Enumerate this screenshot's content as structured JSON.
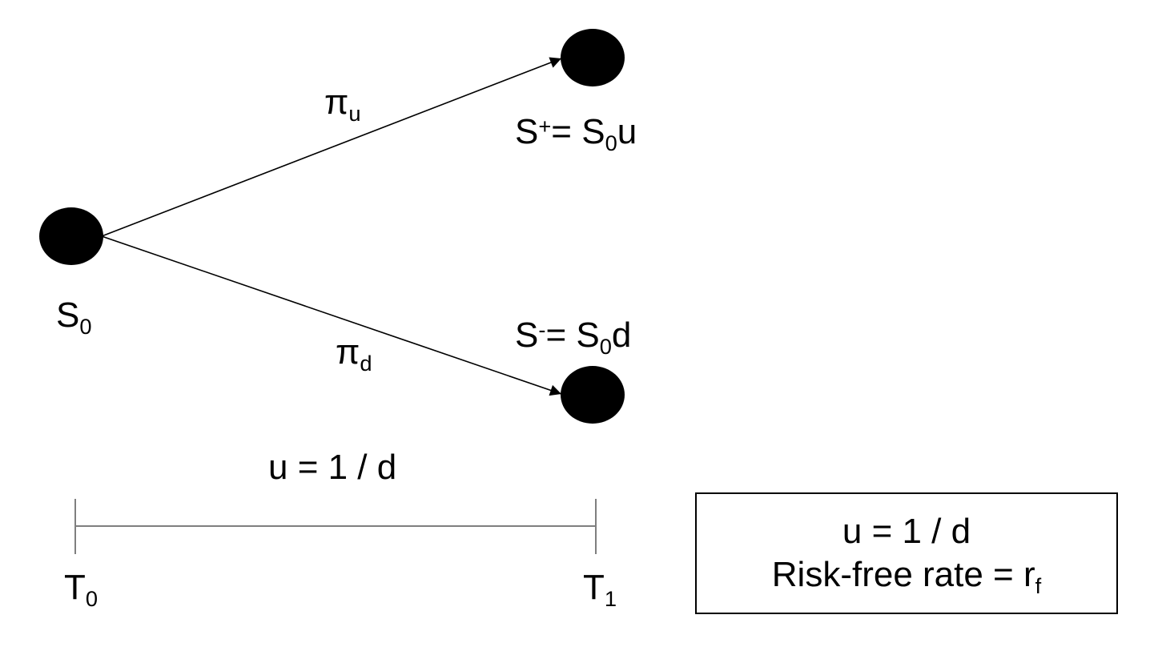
{
  "tree": {
    "root": {
      "symbol": "S",
      "sub": "0"
    },
    "up_branch": {
      "prob_symbol": "π",
      "prob_sub": "u"
    },
    "down_branch": {
      "prob_symbol": "π",
      "prob_sub": "d"
    },
    "up_node": {
      "lhs": "S",
      "lhs_sup": "+",
      "eq": "= S",
      "rhs_sub": "0",
      "rhs_factor": "u"
    },
    "down_node": {
      "lhs": "S",
      "lhs_sup": "-",
      "eq": "= S",
      "rhs_sub": "0",
      "rhs_factor": "d"
    }
  },
  "relation_label": "u = 1 / d",
  "timeline": {
    "start": {
      "symbol": "T",
      "sub": "0"
    },
    "end": {
      "symbol": "T",
      "sub": "1"
    }
  },
  "assumptions": {
    "line1": "u = 1 / d",
    "line2": "Risk-free rate = r",
    "line2_sub": "f"
  }
}
